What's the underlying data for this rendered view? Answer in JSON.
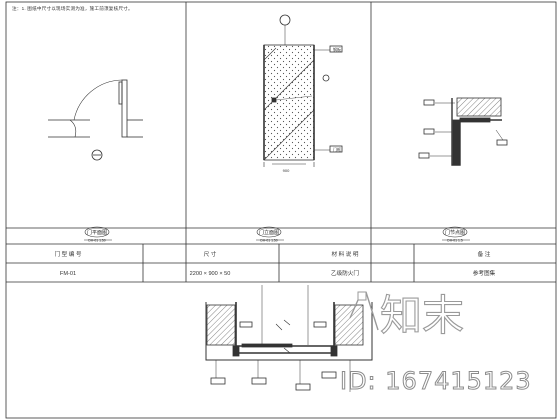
{
  "drawing": {
    "note_text": "注：1. 图纸中尺寸以现场实测为准，施工前须复核尺寸。",
    "views": [
      {
        "caption": "门平面图",
        "sub": "DH-01 1:50"
      },
      {
        "caption": "门立面图",
        "sub": "DH-01 1:50"
      },
      {
        "caption": "门节点图",
        "sub": "DH-01 1:5"
      }
    ],
    "schedule": {
      "headers": [
        "门 型 编 号",
        "尺 寸",
        "材 料 说 明",
        "备 注"
      ],
      "values": [
        "FM-01",
        "2200 × 900 × 50",
        "乙级防火门",
        "参考图集"
      ]
    },
    "door_width_dim": "900",
    "tags": [
      "钢板",
      "防火",
      "门框"
    ]
  },
  "watermark": {
    "logo": "知末",
    "id_text": "ID: 167415123"
  }
}
